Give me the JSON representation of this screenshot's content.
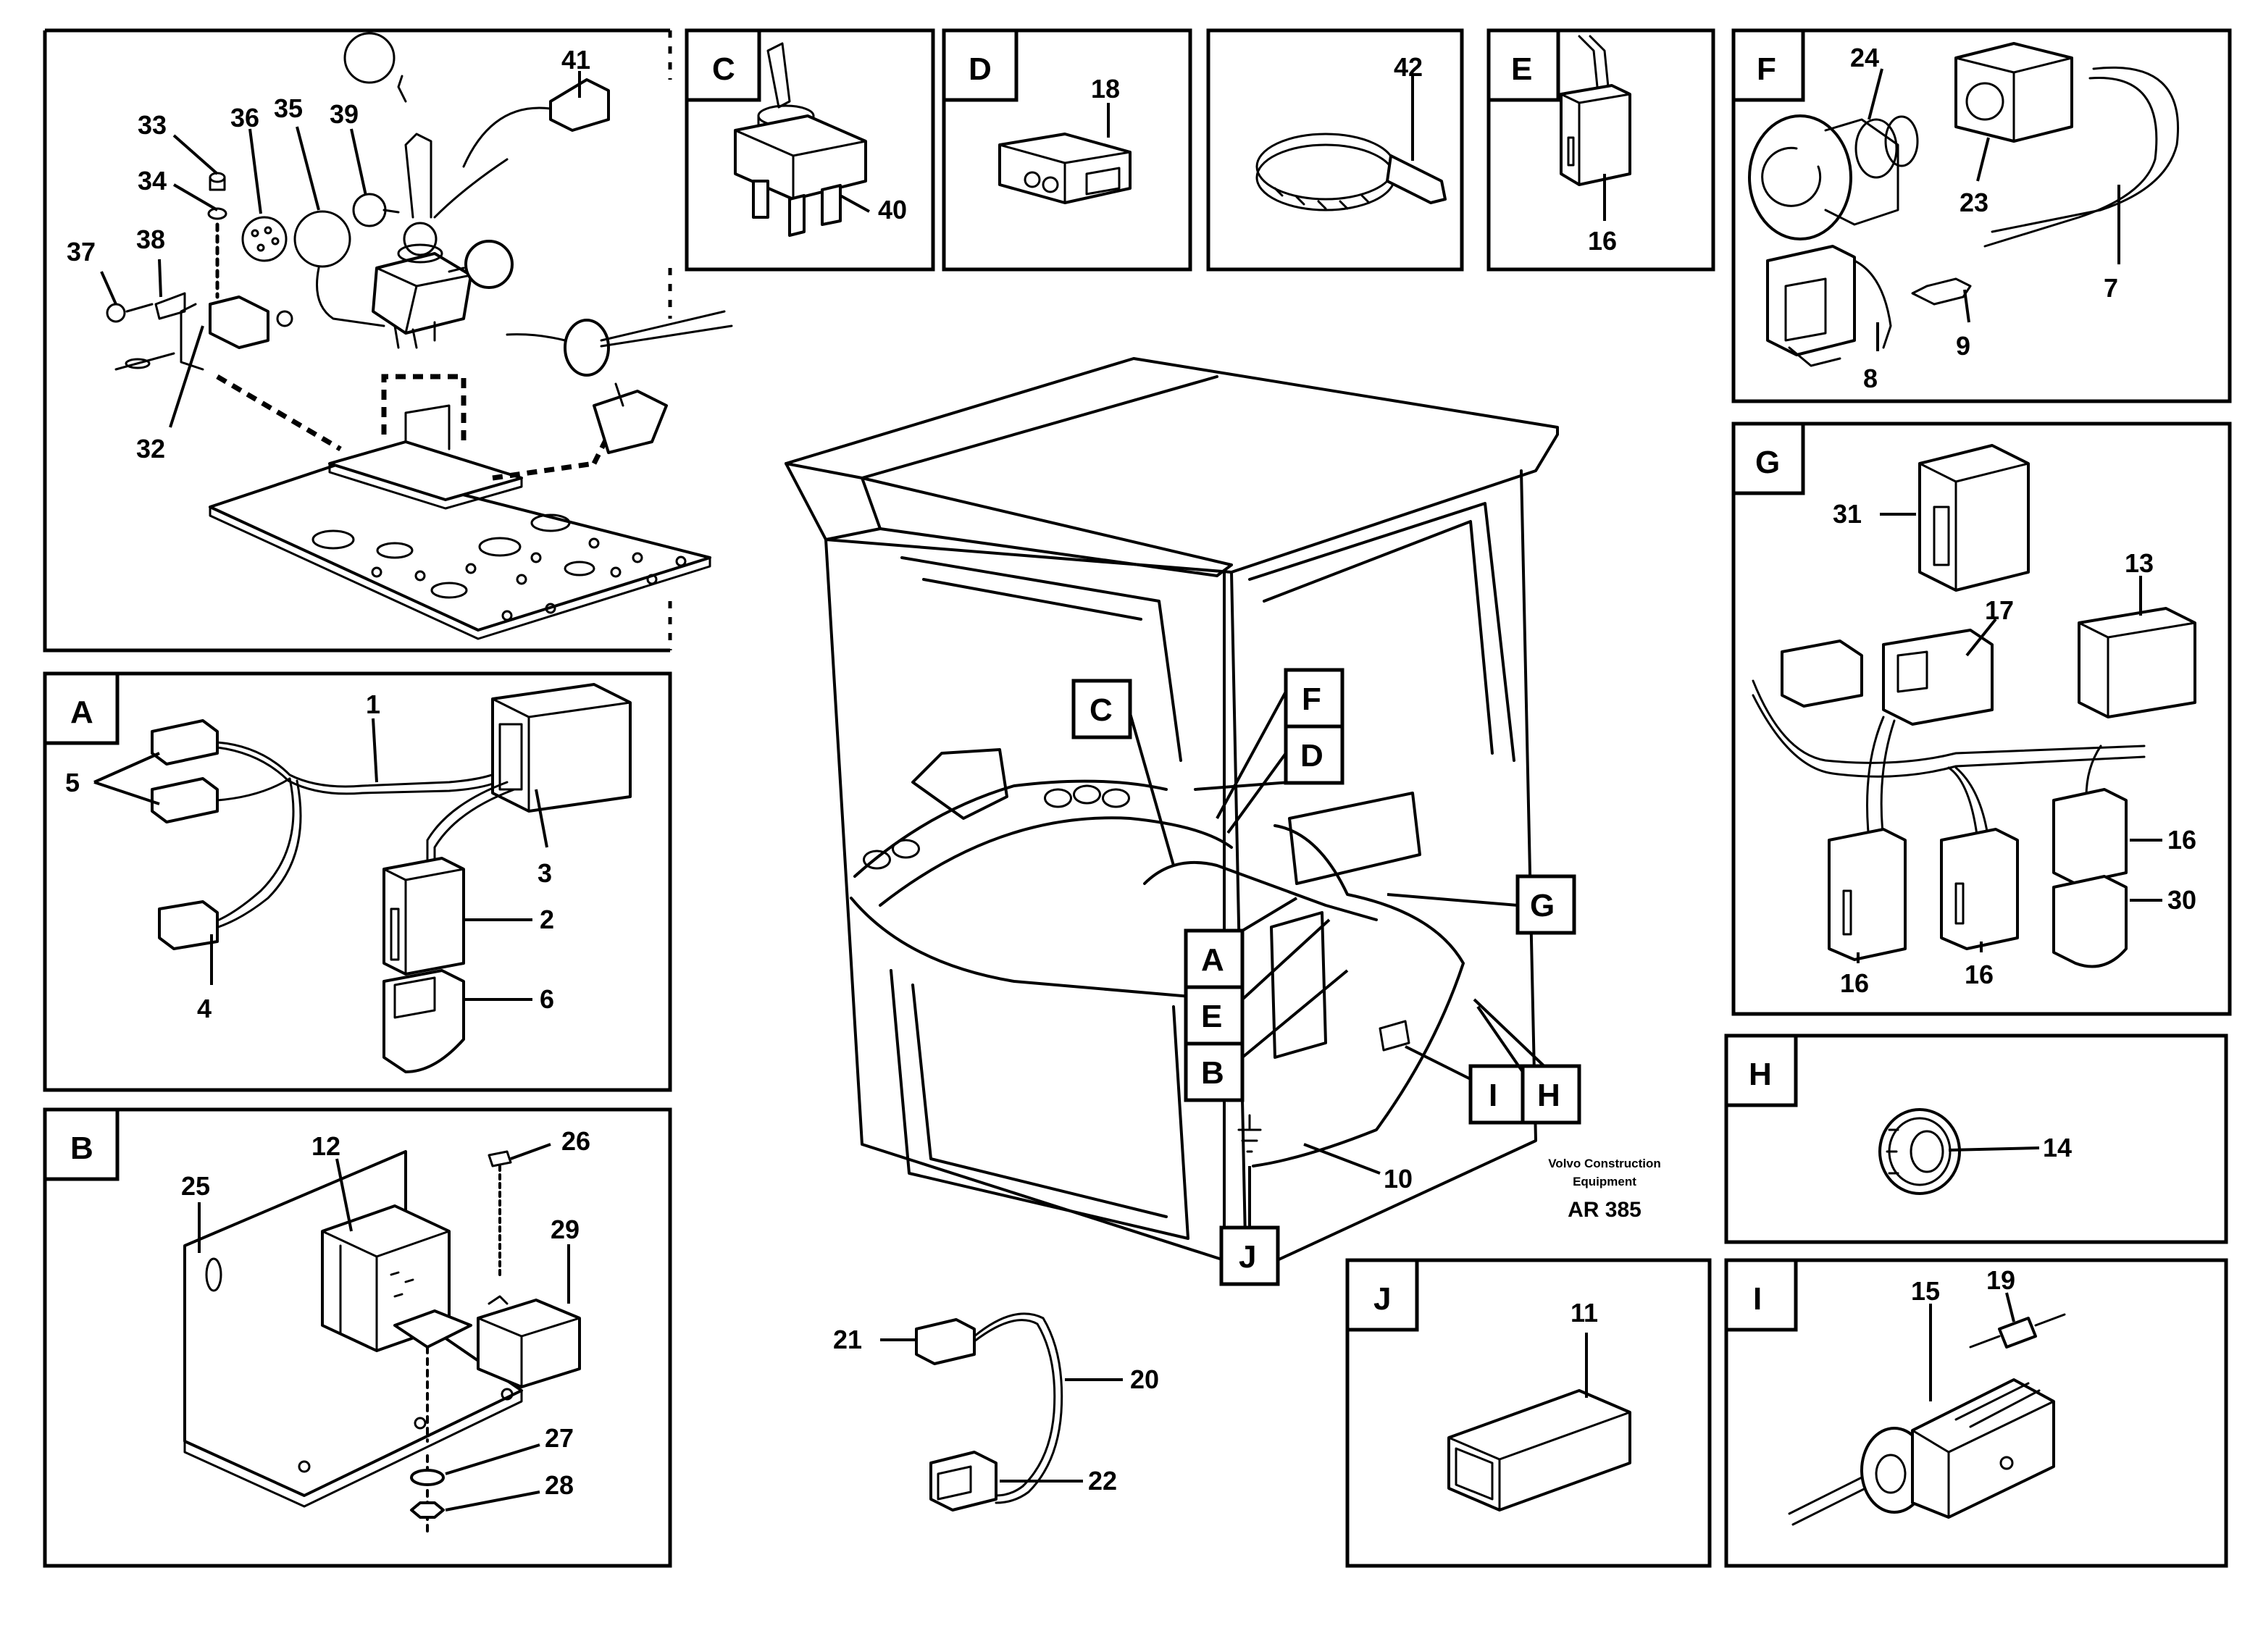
{
  "panels": {
    "main": {
      "parts": [
        "33",
        "34",
        "36",
        "35",
        "39",
        "41",
        "37",
        "38",
        "32"
      ]
    },
    "C": {
      "label": "C",
      "parts": [
        "40"
      ]
    },
    "D": {
      "label": "D",
      "parts": [
        "18"
      ]
    },
    "misc": {
      "parts": [
        "42"
      ]
    },
    "E": {
      "label": "E",
      "parts": [
        "16"
      ]
    },
    "F": {
      "label": "F",
      "parts": [
        "24",
        "23",
        "7",
        "9",
        "8"
      ]
    },
    "G": {
      "label": "G",
      "parts": [
        "31",
        "13",
        "17",
        "16",
        "30",
        "16",
        "16"
      ]
    },
    "A": {
      "label": "A",
      "parts": [
        "1",
        "5",
        "3",
        "2",
        "4",
        "6"
      ]
    },
    "B": {
      "label": "B",
      "parts": [
        "12",
        "26",
        "25",
        "29",
        "27",
        "28"
      ]
    },
    "H": {
      "label": "H",
      "parts": [
        "14"
      ]
    },
    "J": {
      "label": "J",
      "parts": [
        "11"
      ]
    },
    "I": {
      "label": "I",
      "parts": [
        "15",
        "19"
      ]
    }
  },
  "cab": {
    "tags": [
      "C",
      "F",
      "D",
      "G",
      "A",
      "E",
      "B",
      "I",
      "H",
      "J"
    ],
    "parts": [
      "10",
      "21",
      "20",
      "22"
    ]
  },
  "footer": {
    "company_line1": "Volvo Construction",
    "company_line2": "Equipment",
    "code": "AR 385"
  }
}
